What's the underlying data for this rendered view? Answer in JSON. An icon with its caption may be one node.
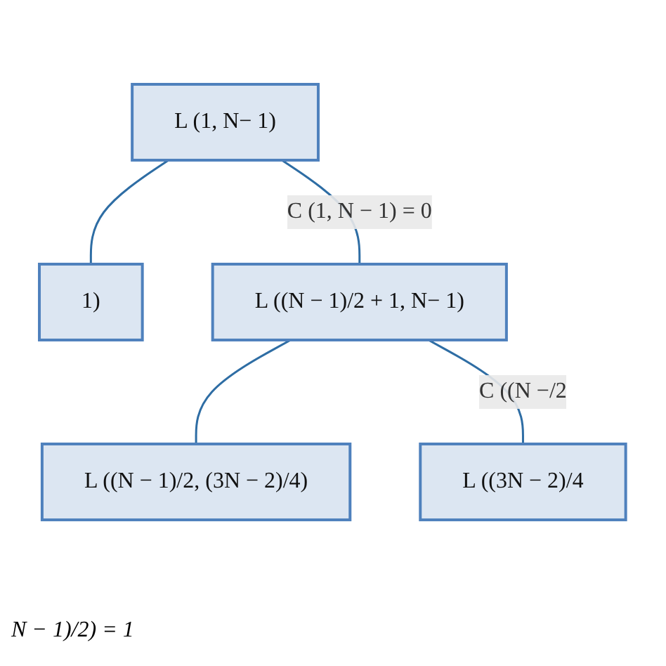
{
  "diagram": {
    "nodes": [
      {
        "text": [
          "L (1, N− 1)"
        ]
      },
      {
        "text": [
          "1)"
        ]
      },
      {
        "text": [
          "L ((N − 1)/2 + 1, N− 1)"
        ]
      },
      {
        "text": [
          "L ((N − 1)/2, (3N − 2)/4)"
        ]
      },
      {
        "text": [
          "L ((3N − 2)/4"
        ]
      }
    ],
    "edges": [
      {
        "from": 0,
        "to": 1,
        "arrow": "none"
      },
      {
        "from": 0,
        "to": 2,
        "arrow": "none",
        "label": "C (1, N − 1) = 0"
      },
      {
        "from": 2,
        "to": 3,
        "arrow": "none"
      },
      {
        "from": 2,
        "to": 4,
        "arrow": "none",
        "label": "C ((N −/2"
      }
    ],
    "labels": [
      "N − 1)/2) = 1"
    ]
  }
}
